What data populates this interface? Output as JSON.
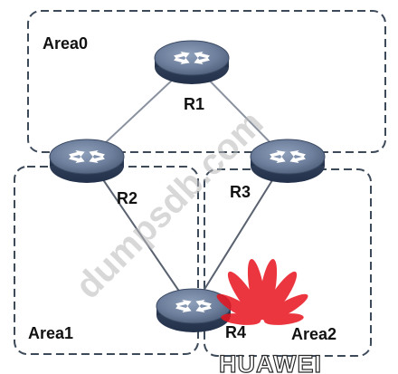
{
  "areas": [
    {
      "label": "Area0"
    },
    {
      "label": "Area1"
    },
    {
      "label": "Area2"
    }
  ],
  "routers": [
    {
      "label": "R1"
    },
    {
      "label": "R2"
    },
    {
      "label": "R3"
    },
    {
      "label": "R4"
    }
  ],
  "links": [
    {
      "from": "R1",
      "to": "R2"
    },
    {
      "from": "R1",
      "to": "R3"
    },
    {
      "from": "R2",
      "to": "R4"
    },
    {
      "from": "R3",
      "to": "R4"
    }
  ],
  "watermark": {
    "text": "dumpsdb.com"
  },
  "brand": {
    "text": "HUAWEI",
    "color": "#e8141f"
  },
  "colors": {
    "area_border": "#3d4a5a",
    "link": "#8a92a0",
    "router_top": "#6d7f9c",
    "router_side": "#3b4a63"
  }
}
